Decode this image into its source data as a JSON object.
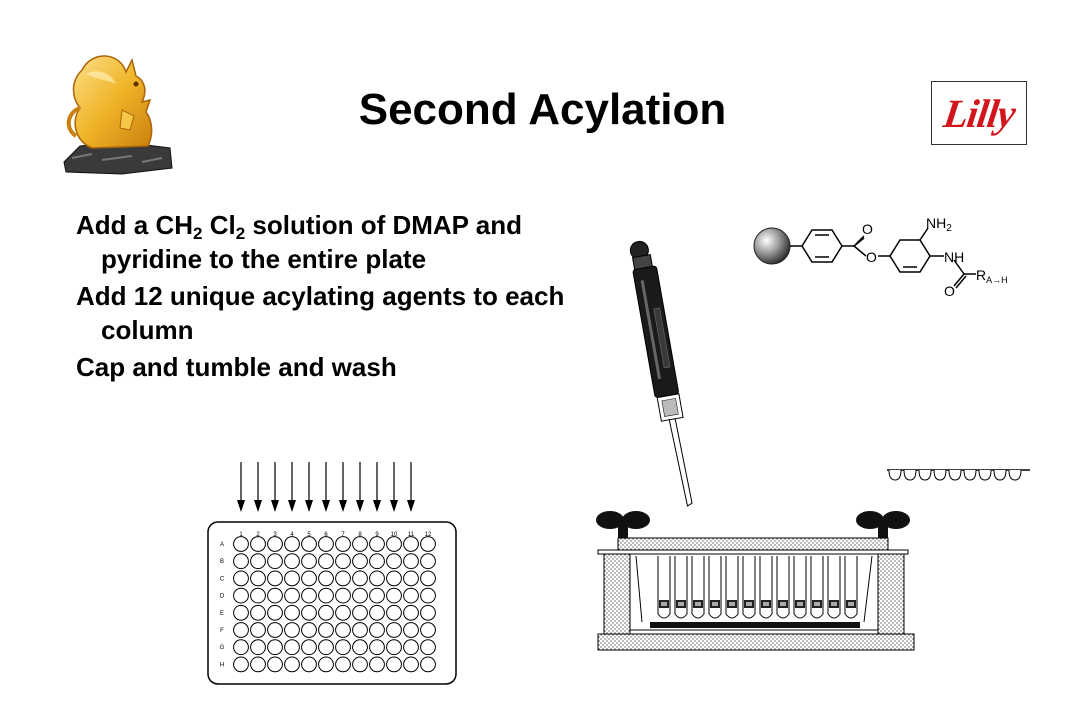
{
  "slide": {
    "title": "Second Acylation",
    "logo_text": "Lilly",
    "bullets": [
      {
        "parts": [
          "Add a CH",
          "2",
          " Cl",
          "2",
          " solution of DMAP and pyridine to the entire plate"
        ]
      },
      {
        "parts": [
          "Add 12 unique acylating agents to each column"
        ]
      },
      {
        "parts": [
          "Cap and tumble and wash"
        ]
      }
    ]
  },
  "plate": {
    "columns": [
      "1",
      "2",
      "3",
      "4",
      "5",
      "6",
      "7",
      "8",
      "9",
      "10",
      "11",
      "12"
    ],
    "rows": [
      "A",
      "B",
      "C",
      "D",
      "E",
      "F",
      "G",
      "H"
    ]
  },
  "molecule": {
    "nh2": "NH",
    "nh2_sub": "2",
    "nh": "NH",
    "r_label": "R",
    "r_sub": "A→H",
    "o_top": "O",
    "o_ester": "O",
    "o_amide": "O"
  },
  "colors": {
    "accent": "#d2141c",
    "griffin_gold": "#f0b428"
  }
}
